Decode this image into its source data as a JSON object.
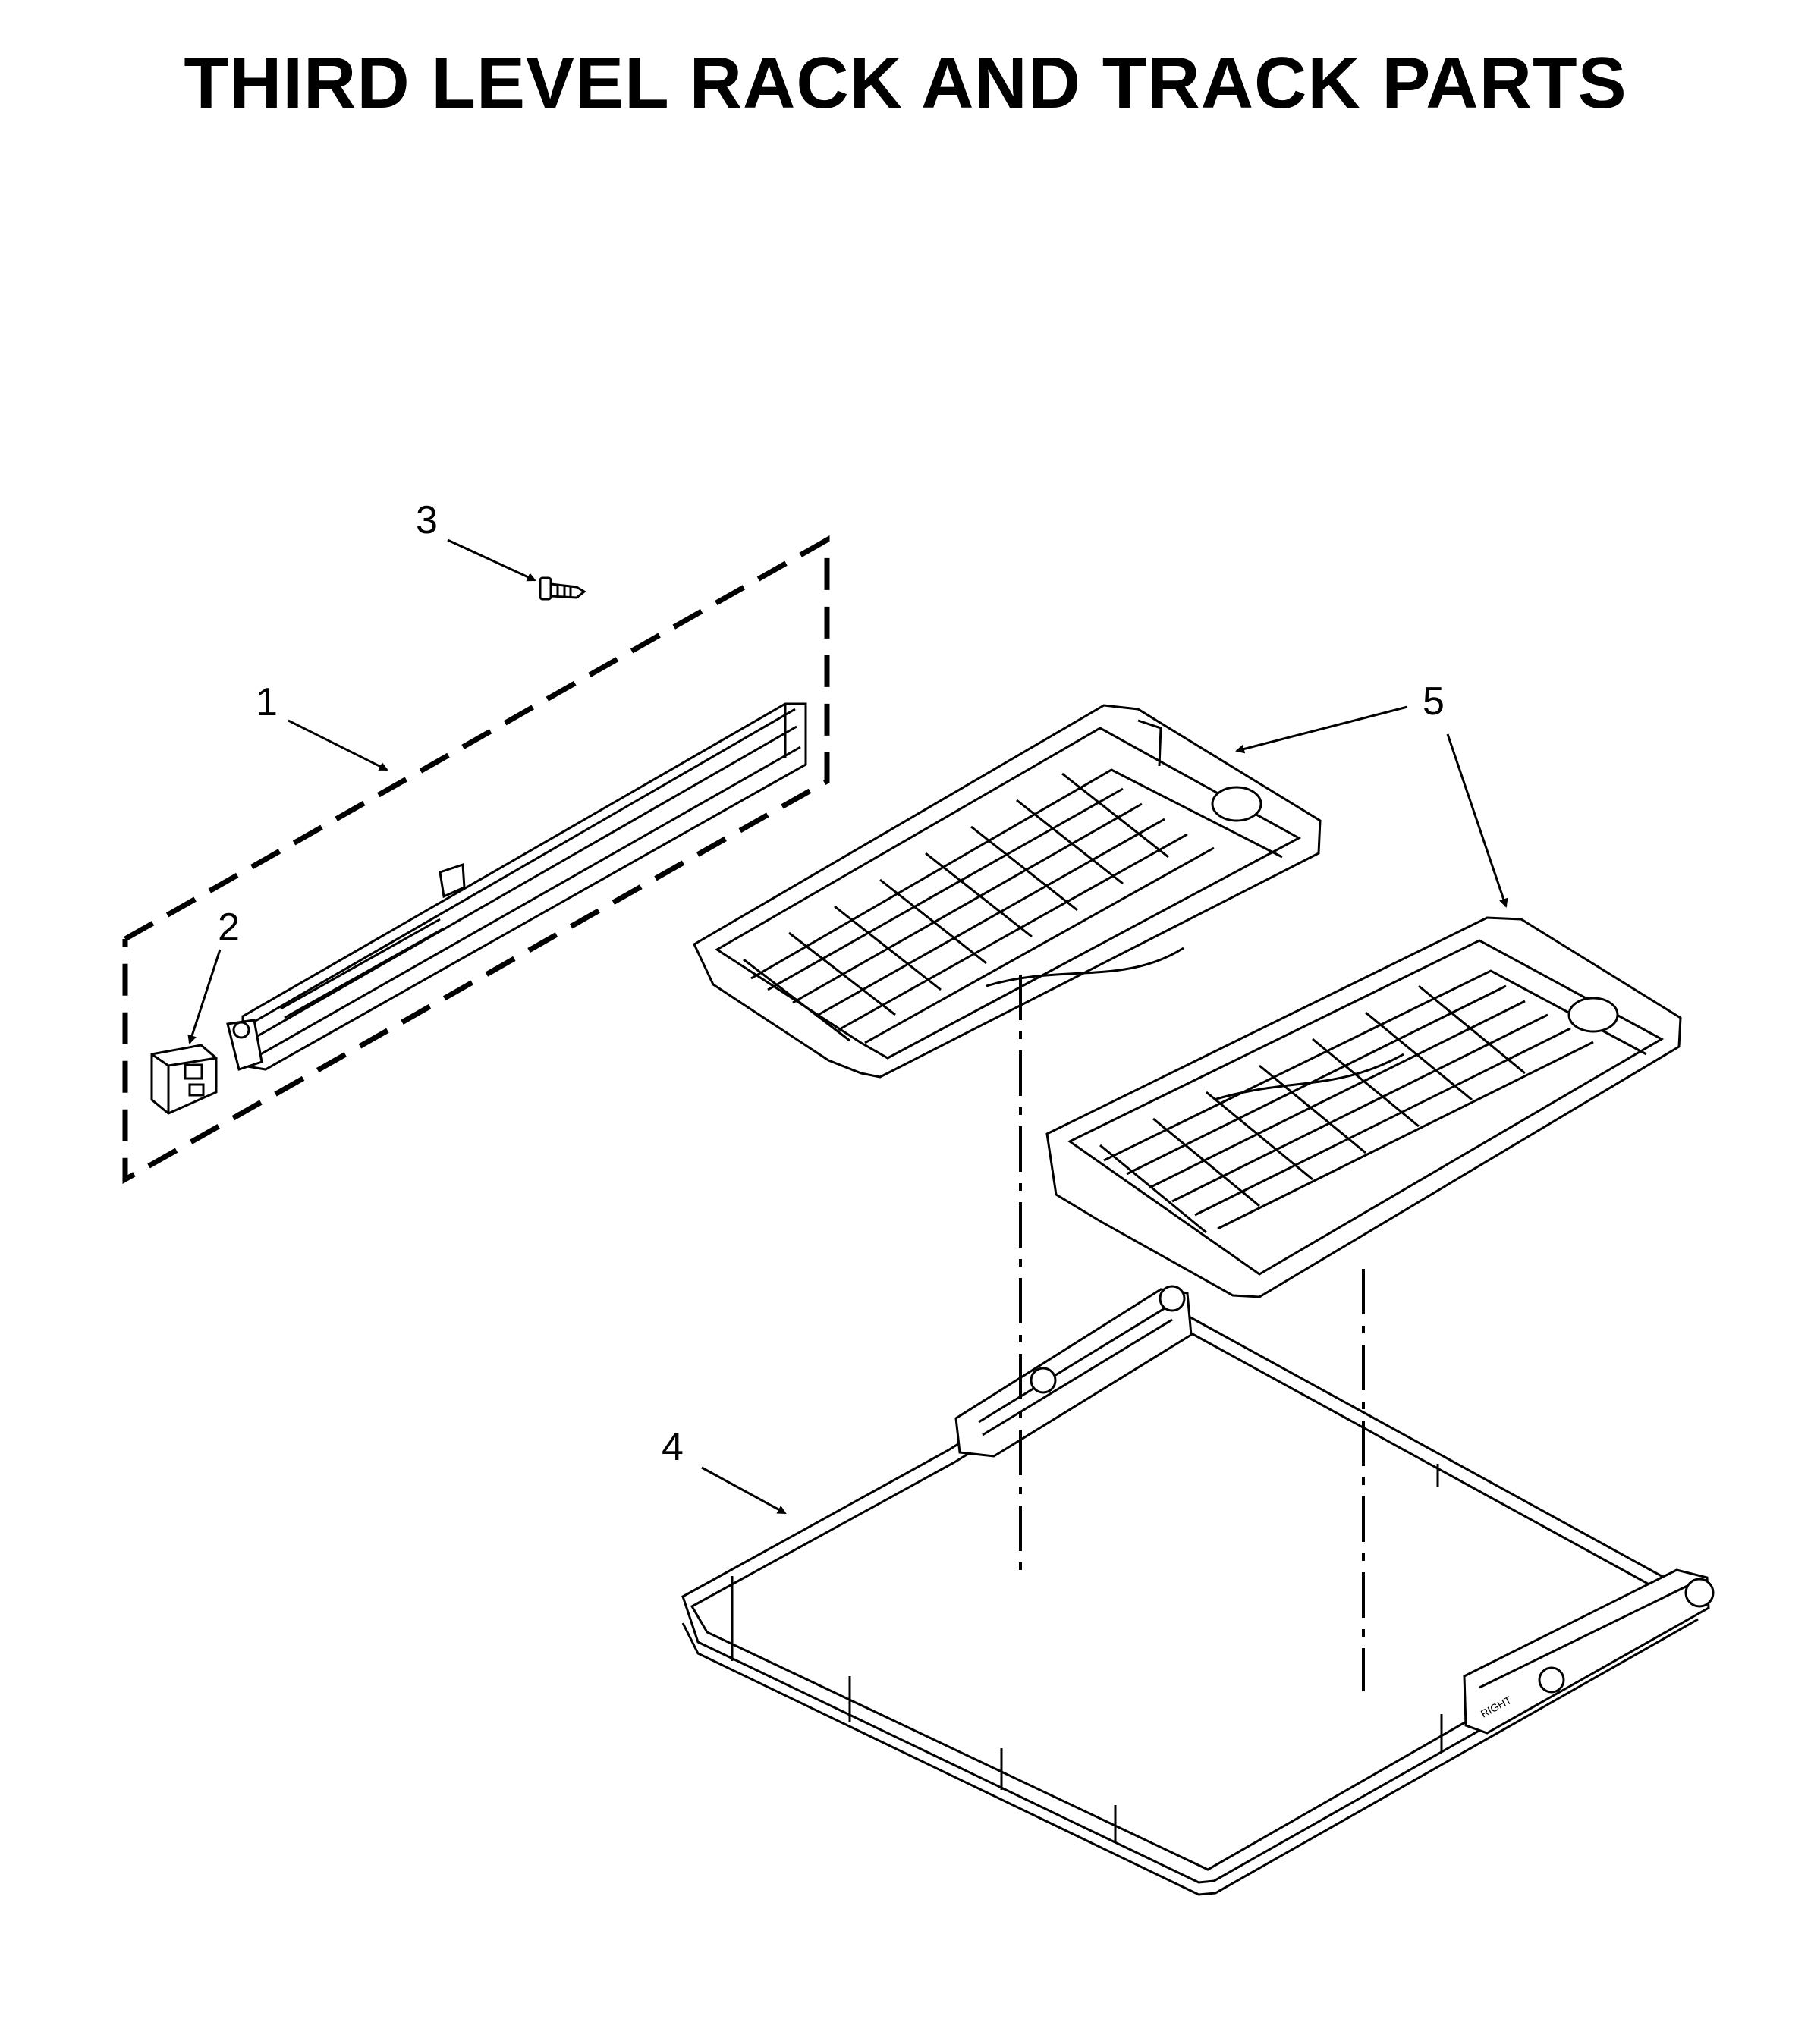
{
  "title": "THIRD LEVEL RACK AND TRACK PARTS",
  "callouts": {
    "c1": "1",
    "c2": "2",
    "c3": "3",
    "c4": "4",
    "c5": "5"
  },
  "rack_label": "RIGHT"
}
